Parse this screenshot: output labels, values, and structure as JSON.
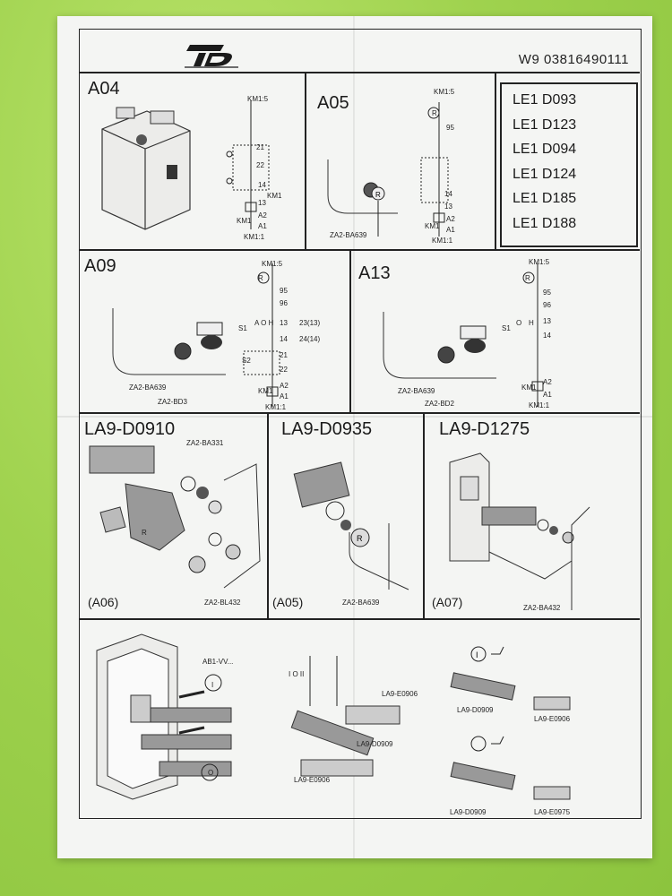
{
  "document": {
    "doc_number": "W9 03816490111",
    "panels": {
      "a04": {
        "label": "A04",
        "wiring": [
          "KM1:5",
          "21",
          "22",
          "14",
          "KM1",
          "13",
          "A2",
          "KM1",
          "A1",
          "KM1:1"
        ]
      },
      "a05": {
        "label": "A05",
        "part": "ZA2-BA639",
        "wiring": [
          "KM1:5",
          "R",
          "95",
          "14",
          "13",
          "A2",
          "KM1",
          "A1",
          "KM1:1"
        ]
      },
      "models": [
        "LE1 D093",
        "LE1 D123",
        "LE1 D094",
        "LE1 D124",
        "LE1 D185",
        "LE1 D188"
      ],
      "a09": {
        "label": "A09",
        "parts": [
          "ZA2-BA639",
          "ZA2-BD3"
        ],
        "wiring": [
          "KM1:5",
          "R",
          "95",
          "96",
          "S1",
          "A O H",
          "13",
          "23(13)",
          "24(14)",
          "14",
          "S2",
          "21",
          "22",
          "A2",
          "KM1",
          "A1",
          "KM1:1"
        ]
      },
      "a13": {
        "label": "A13",
        "parts": [
          "ZA2-BA639",
          "ZA2-BD2"
        ],
        "wiring": [
          "KM1:5",
          "R",
          "95",
          "96",
          "S1",
          "O",
          "H",
          "13",
          "14",
          "A2",
          "KM1",
          "A1",
          "KM1:1"
        ]
      },
      "la9_d0910": {
        "label": "LA9-D0910",
        "part_top": "ZA2-BA331",
        "part_bottom": "ZA2-BL432",
        "ref": "(A06)",
        "marker": "R"
      },
      "la9_d0935": {
        "label": "LA9-D0935",
        "part": "ZA2-BA639",
        "ref": "(A05)"
      },
      "la9_d1275": {
        "label": "LA9-D1275",
        "part": "ZA2-BA432",
        "ref": "(A07)"
      },
      "bottom": {
        "ab1": "AB1-VV...",
        "legend_i": "I",
        "legend_o": "O",
        "switch_labels": "I O II",
        "parts": [
          "LA9-E0906",
          "LA9-D0909",
          "LA9-E0906",
          "LA9-D0909",
          "LA9-E0906",
          "LA9-D0909",
          "LA9-E0975"
        ]
      }
    }
  }
}
